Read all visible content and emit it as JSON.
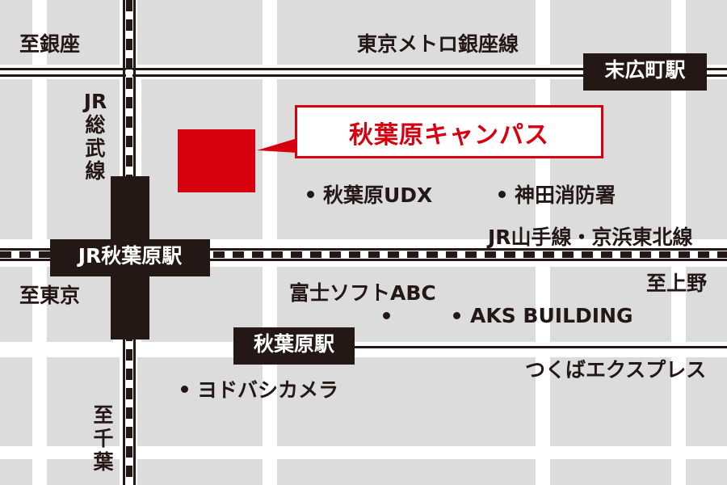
{
  "colors": {
    "accent": "#d7000f",
    "ink": "#231815",
    "block": "#dcdcdc"
  },
  "directions": {
    "to_ginza": "至銀座",
    "to_tokyo": "至東京",
    "to_ueno": "至上野",
    "to_chiba": "至千葉"
  },
  "lines": {
    "ginza_line": "東京メトロ銀座線",
    "sobu_line": "JR総武線",
    "yamanote_line": "JR山手線・京浜東北線",
    "tsukuba_express": "つくばエクスプレス"
  },
  "stations": {
    "suehirocho": "末広町駅",
    "jr_akihabara": "JR秋葉原駅",
    "akihabara": "秋葉原駅"
  },
  "campus": {
    "label": "秋葉原キャンパス"
  },
  "landmarks": {
    "udx": "秋葉原UDX",
    "kanda_fire": "神田消防署",
    "fujisoft": "富士ソフトABC",
    "aks": "AKS BUILDING",
    "yodobashi": "ヨドバシカメラ"
  }
}
